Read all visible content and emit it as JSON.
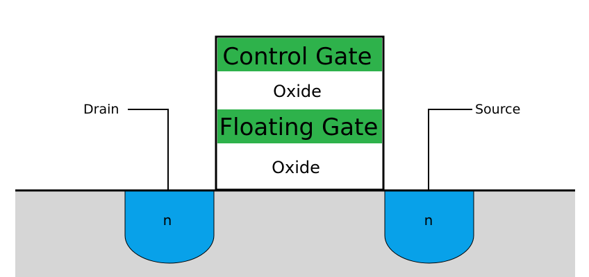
{
  "labels": {
    "control_gate": "Control Gate",
    "oxide_top": "Oxide",
    "floating_gate": "Floating Gate",
    "oxide_bottom": "Oxide",
    "drain": "Drain",
    "source": "Source",
    "n_drain": "n",
    "n_source": "n"
  },
  "colors": {
    "gate_green": "#2eb24b",
    "n_region_blue": "#08a1e9",
    "substrate_gray": "#d6d6d6",
    "outline": "#000000"
  }
}
